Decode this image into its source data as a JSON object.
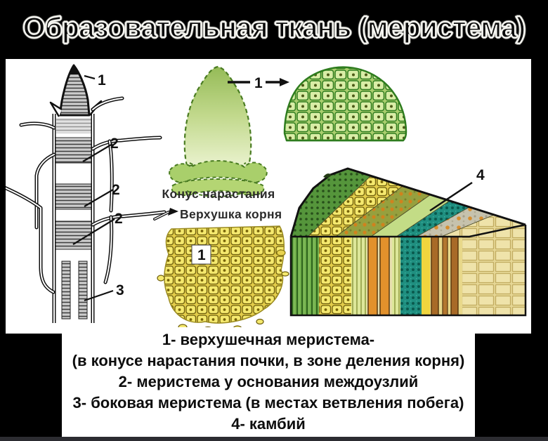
{
  "slide": {
    "title": "Образовательная ткань (меристема)"
  },
  "figure": {
    "cone_caption": "Конус нарастания",
    "root_tip_caption": "Верхушка корня",
    "markers": {
      "apical": "1",
      "internode": "2",
      "lateral": "3",
      "cambium": "4"
    }
  },
  "legend": {
    "lines": [
      "1- верхушечная меристема-",
      "(в конусе нарастания почки, в зоне деления корня)",
      "2- меристема у основания междоузлий",
      "3- боковая меристема (в местах ветвления побега)",
      "4- камбий"
    ]
  },
  "colors": {
    "background": "#000000",
    "panel": "#ffffff",
    "title_fill": "#0a0a0a",
    "title_outline": "#f7f7f2",
    "legend_text": "#0d0d0d",
    "cone_green": "#a9cf6b",
    "meristem_cell_green": "#d9eda6",
    "root_cell_yellow": "#f5e96e",
    "cambium_teal": "#1f8f80",
    "vessel_orange": "#e2912c"
  }
}
